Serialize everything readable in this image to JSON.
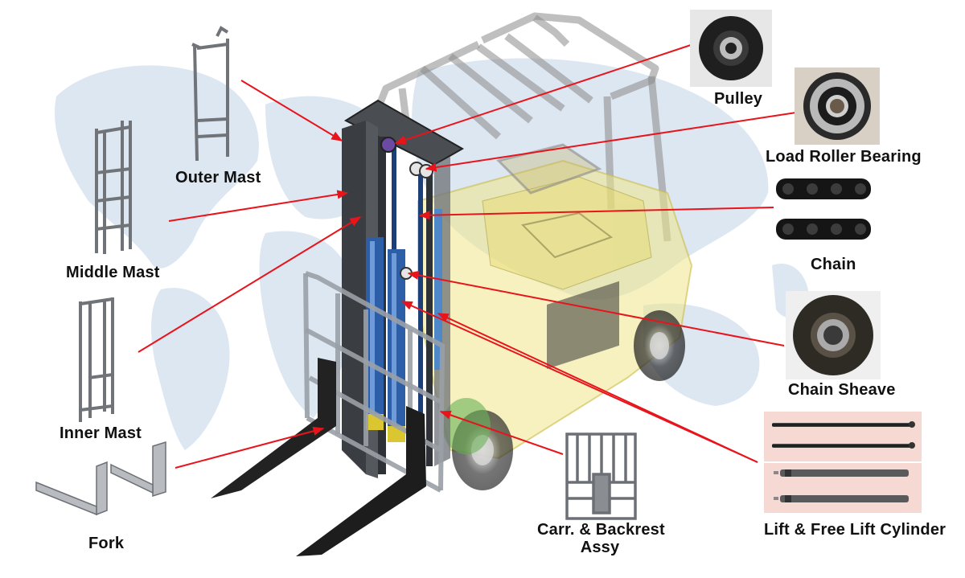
{
  "diagram": {
    "labels": {
      "outer_mast": "Outer Mast",
      "middle_mast": "Middle Mast",
      "inner_mast": "Inner Mast",
      "fork": "Fork",
      "pulley": "Pulley",
      "load_roller_bearing": "Load Roller Bearing",
      "chain": "Chain",
      "chain_sheave": "Chain Sheave",
      "carriage_backrest_line1": "Carr. & Backrest",
      "carriage_backrest_line2": "Assy",
      "lift_cylinder": "Lift & Free Lift Cylinder"
    },
    "colors": {
      "leader_line": "#e8141c",
      "map_background": "#dbe6f1",
      "mast_dark": "#3a3d42",
      "cylinder_blue": "#2d5fa8",
      "body_yellow": "#efe58a",
      "overhead_guard": "#8a8a8a",
      "photo_bg_pink": "#f6d9d3"
    }
  }
}
